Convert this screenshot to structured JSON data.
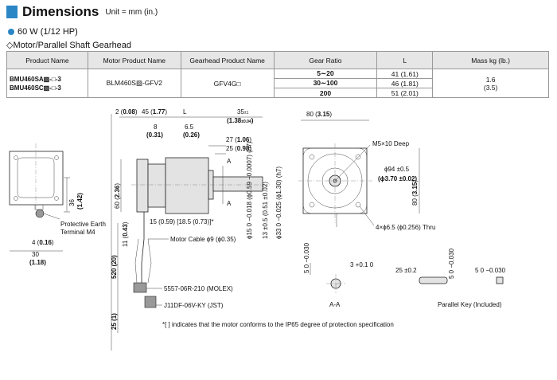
{
  "header": {
    "title": "Dimensions",
    "unit": "Unit = mm (in.)"
  },
  "power": "60 W (1/12 HP)",
  "subtitle": "◇Motor/Parallel Shaft Gearhead",
  "table": {
    "headers": [
      "Product Name",
      "Motor Product Name",
      "Gearhead Product Name",
      "Gear Ratio",
      "L",
      "Mass kg (lb.)"
    ],
    "products": [
      "BMU460SA▨-□-3",
      "BMU460SC▨-□-3"
    ],
    "motor": "BLM460S▨-GFV2",
    "gearhead": "GFV4G□",
    "ratios": [
      "5∼20",
      "30∼100",
      "200"
    ],
    "L": [
      "41 (1.61)",
      "46 (1.81)",
      "51 (2.01)"
    ],
    "mass": "1.6",
    "mass_lb": "(3.5)"
  },
  "dims": {
    "d2": "2 (",
    "d2b": "0.08",
    "d45": "45 (",
    "d45b": "1.77",
    "L": "L",
    "d35": "35",
    "d35tol": "±1",
    "d35in": "(1.38",
    "d35intol": "±0.04",
    "d8": "8",
    "d8in": "(0.31)",
    "d65": "6.5",
    "d65in": "(0.26)",
    "d27": "27 (",
    "d27b": "1.06",
    "d25": "25 (",
    "d25b": "0.98",
    "A": "A",
    "d60": "60 (",
    "d60b": "2.36",
    "d36": "36",
    "d36in": "(1.42)",
    "d11": "11 (",
    "d11b": "0.43",
    "d15": "15 (0.59) [18.5 (0.73)]*",
    "d520": "520 (20)",
    "d25v": "25 (1)",
    "phi15": "ϕ15 0 −0.018 (ϕ0.59 −0.0007) (h7)",
    "phi13": "13 ±0.5 (0.51 ±0.02)",
    "phi33": "ϕ33 0 −0.025 (ϕ1.30) (h7)",
    "d80t": "80 (",
    "d80tb": "3.15",
    "d80r": "80 (",
    "d80rb": "3.15",
    "m5": "M5×10 Deep",
    "phi94": "ϕ94 ±0.5",
    "phi94in": "(ϕ3.70 ±0.02)",
    "thru": "4×ϕ6.5 (ϕ0.256) Thru",
    "earth1": "Protective Earth",
    "earth2": "Terminal M4",
    "d4": "4 (",
    "d4b": "0.16",
    "d30": "30",
    "d30in": "(1.18)",
    "cable": "Motor Cable ϕ9 (ϕ0.35)",
    "molex": "5557-06R-210 (MOLEX)",
    "jst": "J11DF-06V-KY (JST)",
    "aa_5": "5 0 −0.030",
    "aa_3": "3 +0.1 0",
    "key_25": "25 ±0.2",
    "key_5v": "5 0 −0.030",
    "key_5h": "5 0 −0.030",
    "aa": "A-A",
    "key": "Parallel Key (Included)",
    "note": "*[ ] indicates that the motor conforms to the IP65 degree of protection specification"
  }
}
